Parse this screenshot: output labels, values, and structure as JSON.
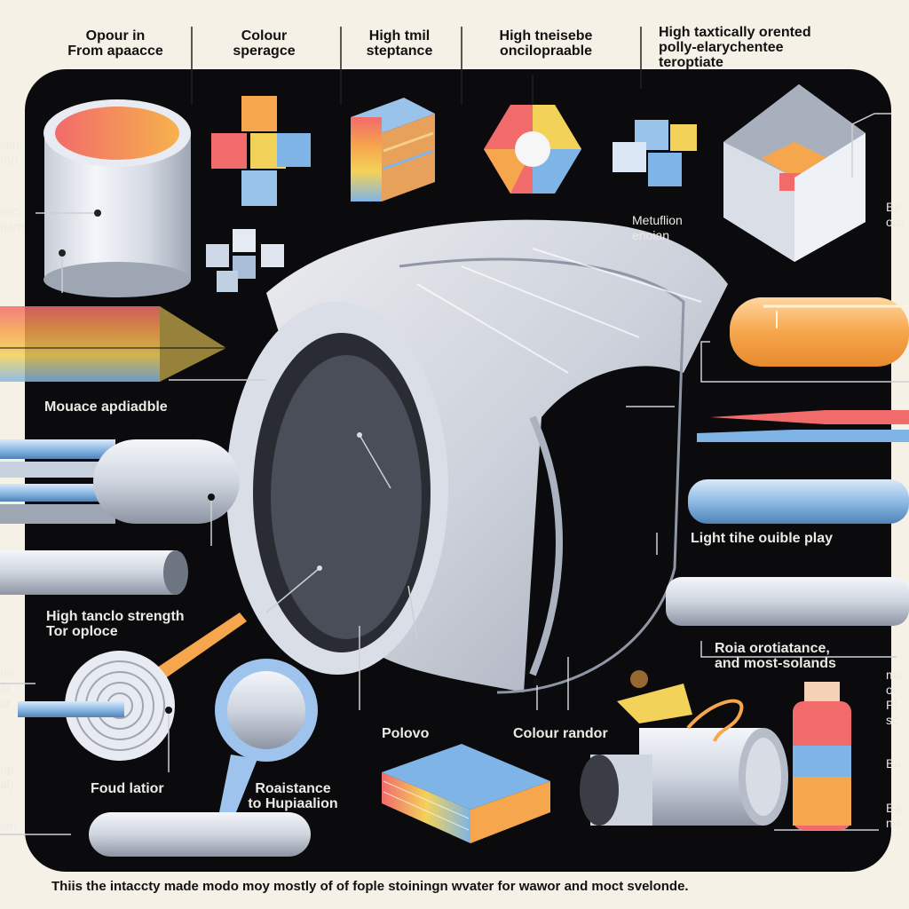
{
  "header": {
    "callout_1": "Opour in\nFrom apaacce",
    "callout_2": "Colour\nsperagce",
    "callout_3": "High tmil\nsteptance",
    "callout_4": "High tneisebe\noncilopraable",
    "callout_5": "High taxtically orented\npolly-elarychentee\nteroptiate"
  },
  "left_labels": {
    "edge_1": "ialn\nroh",
    "edge_2": "ioic\nnam",
    "moisture": "Mouace apdiadble",
    "tensile": "High tanclo strength\nTor oploce",
    "edge_3": "un\nar\nar",
    "edge_4": "ap\nal)",
    "edge_5": "ion",
    "food": "Foud latior",
    "resistance": "Roaistance\nto Hupiaalion"
  },
  "right_labels": {
    "metallized": "Metuflion\nenoian",
    "edge_bil": "Bil\noro",
    "light": "Light tihe ouible play",
    "resist_moist": "Roia orotiatance,\nand most-solands",
    "edge_1": "mo\noi\nPl\nsc",
    "edge_2": "Bo",
    "edge_3": "Ba\nno"
  },
  "bottom_labels": {
    "polyolefin": "Polovo",
    "colour_random": "Colour randor"
  },
  "footer": {
    "caption": "Thiis the intaccty made  modo moy mostly of of  fople stoiningn  wvater for wawor and  moct svelonde."
  },
  "colors": {
    "background": "#f6f1e6",
    "panel": "#0b0b0e",
    "accent_red": "#f26b6b",
    "accent_orange": "#f6a64c",
    "accent_yellow": "#f3d25a",
    "accent_blue": "#7fb4e6",
    "film_silver": "#dfe3ea"
  },
  "icons": [
    "cylinder-roll-icon",
    "cube-cluster-icon",
    "layered-block-icon",
    "hexagon-ring-icon",
    "cube-trio-icon",
    "open-box-icon",
    "film-roll-main-icon",
    "magnifier-icon",
    "spiral-disc-icon",
    "stacked-sheets-icon",
    "tubes-icon",
    "bottle-icon",
    "rods-icon"
  ]
}
